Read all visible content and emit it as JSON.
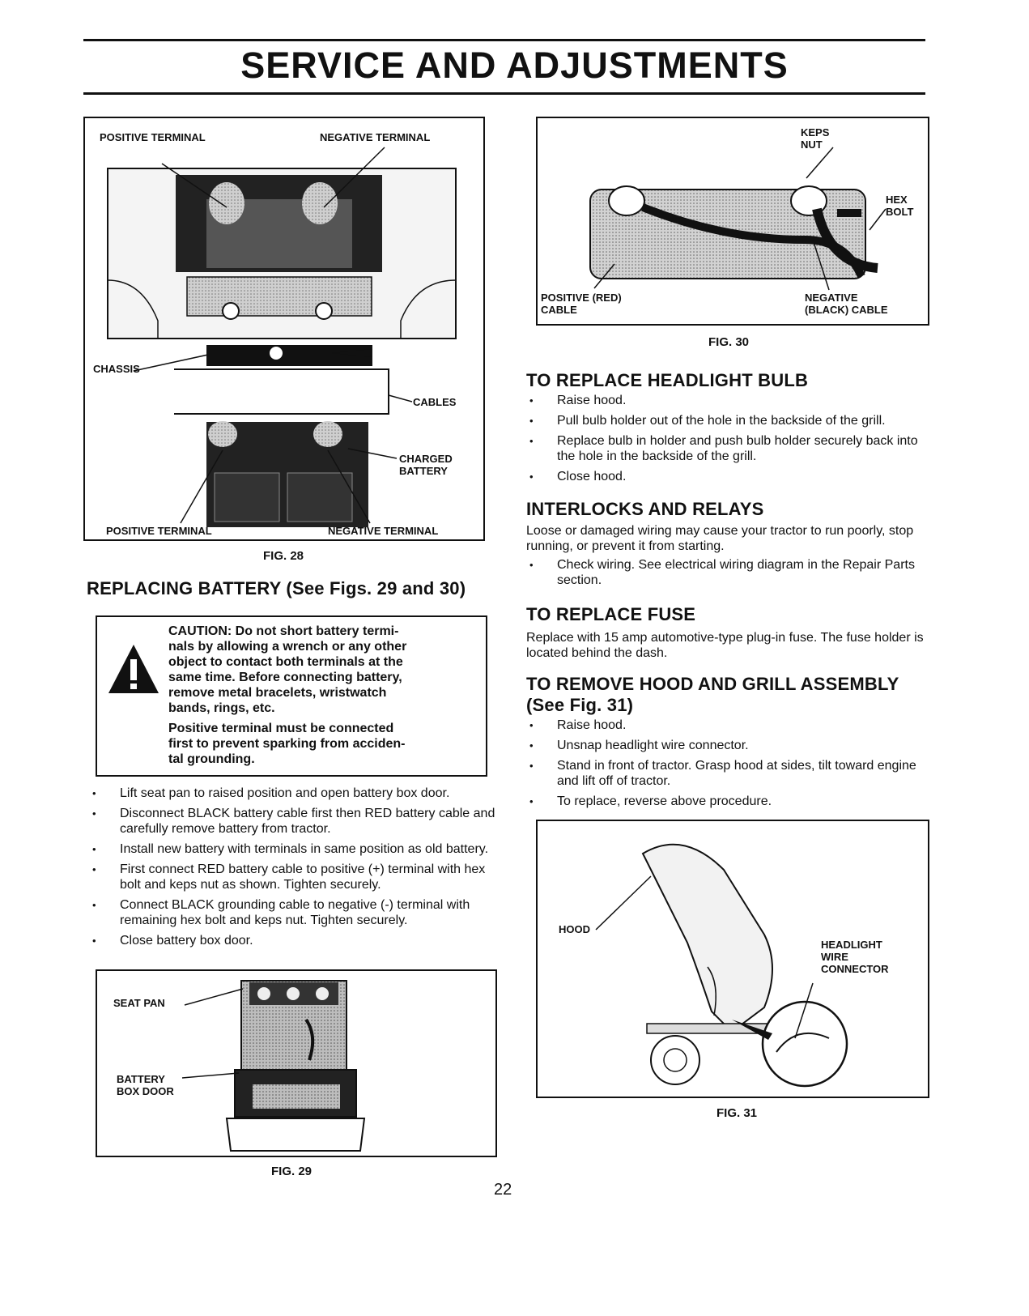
{
  "title": "SERVICE AND ADJUSTMENTS",
  "page_number": "22",
  "fig28": {
    "caption": "FIG. 28",
    "labels": {
      "positive_terminal_top": "POSITIVE TERMINAL",
      "negative_terminal_top": "NEGATIVE TERMINAL",
      "chassis": "CHASSIS",
      "cables": "CABLES",
      "charged_battery_1": "CHARGED",
      "charged_battery_2": "BATTERY",
      "positive_terminal_bottom": "POSITIVE TERMINAL",
      "negative_terminal_bottom": "NEGATIVE TERMINAL"
    }
  },
  "replacing_battery": {
    "heading": "REPLACING BATTERY (See Figs. 29 and 30)",
    "caution_lines": [
      "CAUTION: Do not short battery termi-",
      "nals by allowing a wrench or any other",
      "object to contact both terminals at the",
      "same time. Before connecting battery,",
      "remove metal bracelets, wristwatch",
      "bands, rings, etc."
    ],
    "caution_lines_2": [
      "Positive terminal must be connected",
      "first to prevent sparking from acciden-",
      "tal grounding."
    ],
    "steps": [
      "Lift seat pan to raised position and open battery box door.",
      "Disconnect BLACK battery cable first then RED battery cable and carefully remove battery from tractor.",
      "Install new battery with terminals in same position as old battery.",
      "First connect RED battery cable to positive (+) terminal with hex bolt and keps nut as shown. Tighten securely.",
      "Connect BLACK grounding cable to negative (-) terminal with remaining hex bolt and keps nut. Tighten securely.",
      "Close battery box door."
    ]
  },
  "fig29": {
    "caption": "FIG. 29",
    "labels": {
      "seat_pan": "SEAT PAN",
      "battery_box_door_1": "BATTERY",
      "battery_box_door_2": "BOX DOOR"
    }
  },
  "fig30": {
    "caption": "FIG. 30",
    "labels": {
      "keps_nut_1": "KEPS",
      "keps_nut_2": "NUT",
      "hex_bolt_1": "HEX",
      "hex_bolt_2": "BOLT",
      "positive_cable_1": "POSITIVE (RED)",
      "positive_cable_2": "CABLE",
      "negative_cable_1": "NEGATIVE",
      "negative_cable_2": "(BLACK) CABLE"
    }
  },
  "headlight": {
    "heading": "TO REPLACE HEADLIGHT BULB",
    "steps": [
      "Raise hood.",
      "Pull bulb holder out of the hole in the backside of the grill.",
      "Replace bulb in holder and push bulb holder securely back into the hole in the backside of the grill.",
      "Close hood."
    ]
  },
  "interlocks": {
    "heading": "INTERLOCKS AND RELAYS",
    "text": "Loose or damaged wiring may cause your tractor to run poorly, stop running, or prevent it from starting.",
    "steps": [
      "Check wiring. See electrical wiring diagram in the Repair Parts section."
    ]
  },
  "fuse": {
    "heading": "TO REPLACE FUSE",
    "text": "Replace with 15 amp automotive-type plug-in fuse. The fuse holder is located behind the dash."
  },
  "hood": {
    "heading_1": "TO REMOVE HOOD AND GRILL ASSEMBLY",
    "heading_2": "(See Fig. 31)",
    "steps": [
      "Raise hood.",
      "Unsnap headlight wire connector.",
      "Stand in front of tractor. Grasp hood at sides, tilt toward engine and lift off of tractor.",
      "To replace, reverse above procedure."
    ]
  },
  "fig31": {
    "caption": "FIG. 31",
    "labels": {
      "hood": "HOOD",
      "headlight_connector_1": "HEADLIGHT",
      "headlight_connector_2": "WIRE",
      "headlight_connector_3": "CONNECTOR"
    }
  }
}
